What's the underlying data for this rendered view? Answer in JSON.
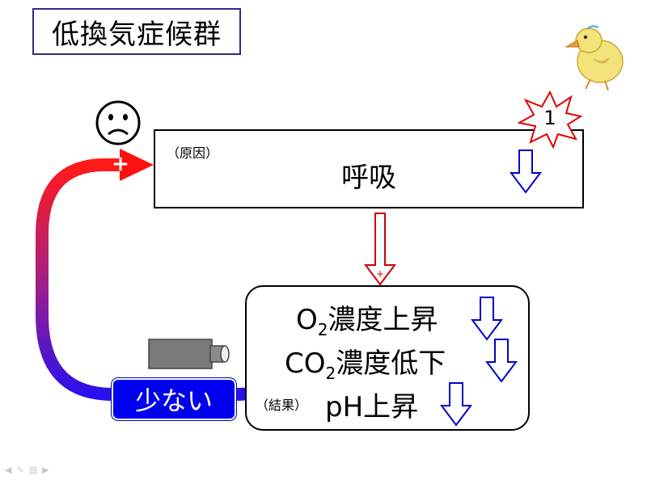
{
  "title": "低換気症候群",
  "cause": {
    "label": "（原因）",
    "text": "呼吸",
    "badge_number": "1"
  },
  "result": {
    "label": "（結果）",
    "lines": [
      {
        "prefix": "O",
        "sub": "2",
        "text": "濃度上昇"
      },
      {
        "prefix": "CO",
        "sub": "2",
        "text": "濃度低下"
      },
      {
        "prefix": "",
        "sub": "",
        "text": "pH上昇"
      }
    ]
  },
  "feedback": {
    "label": "少ない",
    "plus_sign": "+"
  },
  "flow_plus_sign": "+",
  "colors": {
    "arrow_down": "#0000cc",
    "flow_arrow": "#cc0000",
    "badge": "#0000ee",
    "title_border": "#2c2c84",
    "star": "#e00000"
  },
  "icons": [
    "sad-face-icon",
    "chick-icon",
    "tube-icon",
    "star-burst-icon",
    "down-arrow-icon"
  ],
  "footer_nav": [
    "◀",
    "✎",
    "▤",
    "▶"
  ]
}
